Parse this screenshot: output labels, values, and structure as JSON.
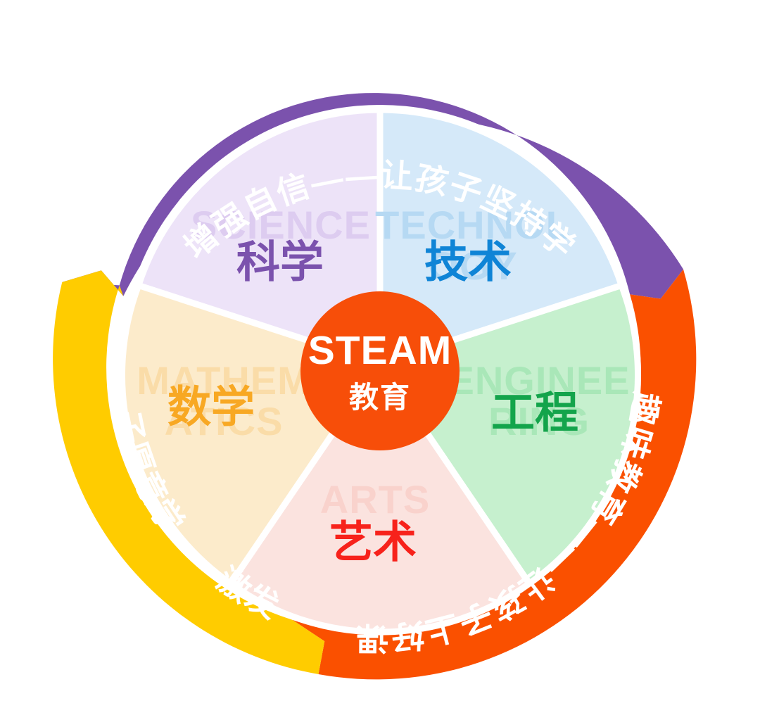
{
  "diagram": {
    "title": "STEAM 教育",
    "center": {
      "primary": "STEAM",
      "secondary": "教育",
      "color": "#F74E09"
    },
    "outer_ring": [
      {
        "id": "confidence",
        "text": "增强自信——让孩子坚持学",
        "color": "#7B52AD",
        "position": "top"
      },
      {
        "id": "fun-teaching",
        "text": "趣味教育——让孩子上好课",
        "color": "#FA5000",
        "position": "right-bottom"
      },
      {
        "id": "interest",
        "text": "让孩子愿意学——激发兴趣",
        "color": "#FFCC00",
        "position": "left"
      }
    ],
    "segments": [
      {
        "id": "science",
        "en": "SCIENCE",
        "en_lines": [
          "SCIENCE"
        ],
        "cn": "科学",
        "fill": "#EDE3F8",
        "text_color": "#7B52AD",
        "watermark_color": "#DDCCF0"
      },
      {
        "id": "technology",
        "en": "TECHNOLOGY",
        "en_lines": [
          "TECHNOL",
          "OGY"
        ],
        "cn": "技术",
        "fill": "#D5E9F9",
        "text_color": "#0F84D6",
        "watermark_color": "#B6D9F3"
      },
      {
        "id": "engineering",
        "en": "ENGINEERING",
        "en_lines": [
          "ENGINEE",
          "RING"
        ],
        "cn": "工程",
        "fill": "#C6F0CE",
        "text_color": "#13A44B",
        "watermark_color": "#A9E7B8"
      },
      {
        "id": "arts",
        "en": "ARTS",
        "en_lines": [
          "ARTS"
        ],
        "cn": "艺术",
        "fill": "#FBE3DF",
        "text_color": "#F7221B",
        "watermark_color": "#F9D2CC"
      },
      {
        "id": "mathematics",
        "en": "MATHEMATICS",
        "en_lines": [
          "MATHEM",
          "ATICS"
        ],
        "cn": "数学",
        "fill": "#FCEBCB",
        "text_color": "#F8A823",
        "watermark_color": "#FADCA8"
      }
    ]
  }
}
